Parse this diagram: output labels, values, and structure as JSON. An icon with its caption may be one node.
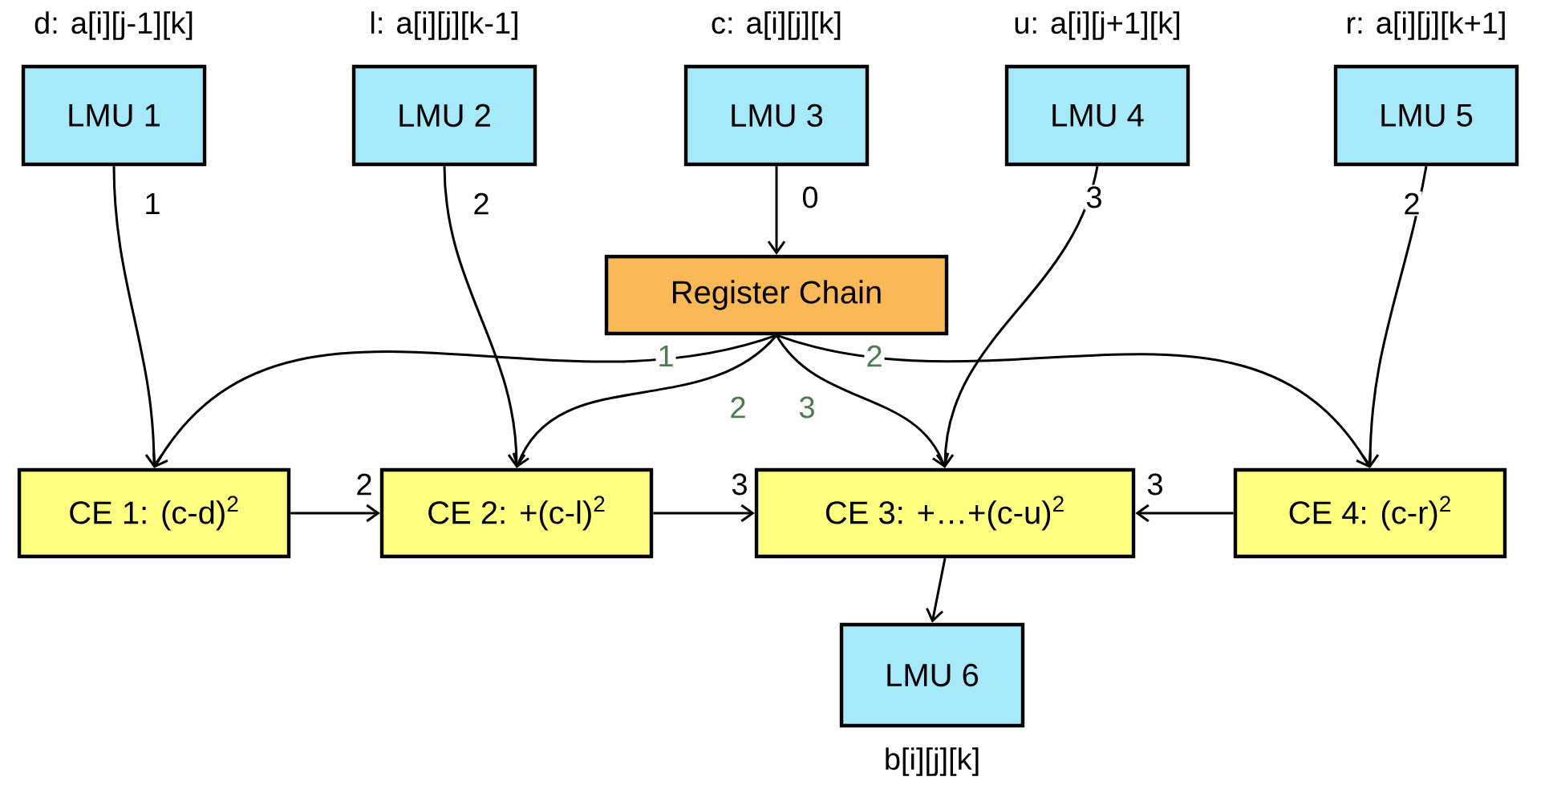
{
  "diagram": {
    "nodes": [
      {
        "text": [
          "LMU 1"
        ],
        "beside": [
          "d: a[i][j-1][k]"
        ]
      },
      {
        "text": [
          "LMU 2"
        ],
        "beside": [
          "l: a[i][j][k-1]"
        ]
      },
      {
        "text": [
          "LMU 3"
        ],
        "beside": [
          "c: a[i][j][k]"
        ]
      },
      {
        "text": [
          "LMU 4"
        ],
        "beside": [
          "u: a[i][j+1][k]"
        ]
      },
      {
        "text": [
          "LMU 5"
        ],
        "beside": [
          "r: a[i][j][k+1]"
        ]
      },
      {
        "text": [
          "Register Chain"
        ]
      },
      {
        "text": [
          "CE 1: (c-d)$^{2}$"
        ]
      },
      {
        "text": [
          "CE 2: +(c-l)$^{2}$"
        ]
      },
      {
        "text": [
          "CE 3: +…+(c-u)$^{2}$"
        ]
      },
      {
        "text": [
          "CE 4: (c-r)$^{2}$"
        ]
      },
      {
        "text": [
          "LMU 6"
        ],
        "beside": [
          "b[i][j][k]"
        ]
      }
    ],
    "edges": [
      {
        "from": 0,
        "to": 6,
        "arrow": "to",
        "label": "1"
      },
      {
        "from": 1,
        "to": 7,
        "arrow": "to",
        "label": "2"
      },
      {
        "from": 2,
        "to": 5,
        "arrow": "to",
        "label": "0"
      },
      {
        "from": 3,
        "to": 8,
        "arrow": "to",
        "label": "3"
      },
      {
        "from": 4,
        "to": 9,
        "arrow": "to",
        "label": "2"
      },
      {
        "from": 5,
        "to": 6,
        "arrow": "to",
        "label": "1"
      },
      {
        "from": 5,
        "to": 7,
        "arrow": "to",
        "label": "2"
      },
      {
        "from": 5,
        "to": 8,
        "arrow": "to",
        "label": "3"
      },
      {
        "from": 5,
        "to": 9,
        "arrow": "to",
        "label": "2"
      },
      {
        "from": 6,
        "to": 7,
        "arrow": "to",
        "label": "2"
      },
      {
        "from": 7,
        "to": 8,
        "arrow": "to",
        "label": "3"
      },
      {
        "from": 9,
        "to": 8,
        "arrow": "to",
        "label": "3"
      },
      {
        "from": 8,
        "to": 10,
        "arrow": "to"
      }
    ]
  }
}
